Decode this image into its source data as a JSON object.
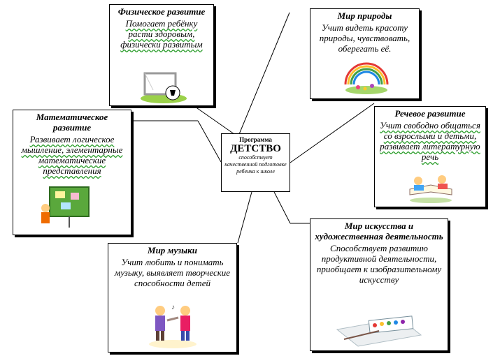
{
  "center": {
    "line1": "Программа",
    "title": "ДЕТСТВО",
    "text": "способствует качественной подготовке ребенка к школе"
  },
  "boxes": {
    "physical": {
      "title": "Физическое развитие",
      "text": "Помогает ребёнку расти здоровым, физически развитым"
    },
    "nature": {
      "title": "Мир природы",
      "text": "Учит видеть красоту природы, чувствовать, оберегать её."
    },
    "math": {
      "title": "Математическое развитие",
      "text": "Развивает логическое мышление, элементарные математические представления"
    },
    "speech": {
      "title": "Речевое развитие",
      "text": "Учит свободно общаться со взрослыми и детьми, развивает литературную речь"
    },
    "music": {
      "title": "Мир музыки",
      "text": "Учит любить и понимать музыку, выявляет творческие способности детей"
    },
    "art": {
      "title": "Мир искусства и художественная деятельность",
      "text": "Способствует развитию продуктивной деятельности, приобщает к изобразительному искусству"
    }
  }
}
